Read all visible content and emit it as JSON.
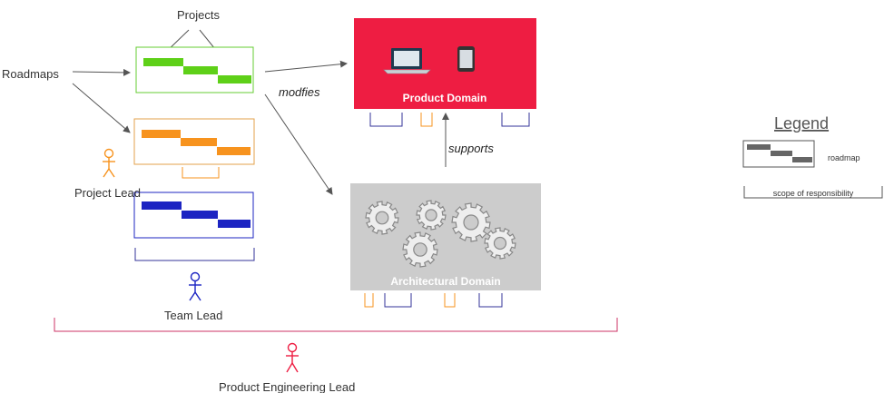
{
  "labels": {
    "projects": "Projects",
    "roadmaps": "Roadmaps",
    "modifies": "modfies",
    "supports": "supports",
    "project_lead": "Project Lead",
    "team_lead": "Team Lead",
    "product_engineering_lead": "Product Engineering Lead",
    "product_domain": "Product Domain",
    "architectural_domain": "Architectural Domain"
  },
  "legend": {
    "title": "Legend",
    "roadmap": "roadmap",
    "scope": "scope of responsibility"
  },
  "colors": {
    "green": "#5ed018",
    "orange": "#f7931e",
    "blue": "#1c24c2",
    "crimson": "#ee1d42",
    "navy": "#333399",
    "grey_box": "#cccccc",
    "gear": "#888888"
  },
  "icons": [
    "laptop-icon",
    "phone-icon",
    "gear-icon",
    "stick-figure-icon"
  ]
}
